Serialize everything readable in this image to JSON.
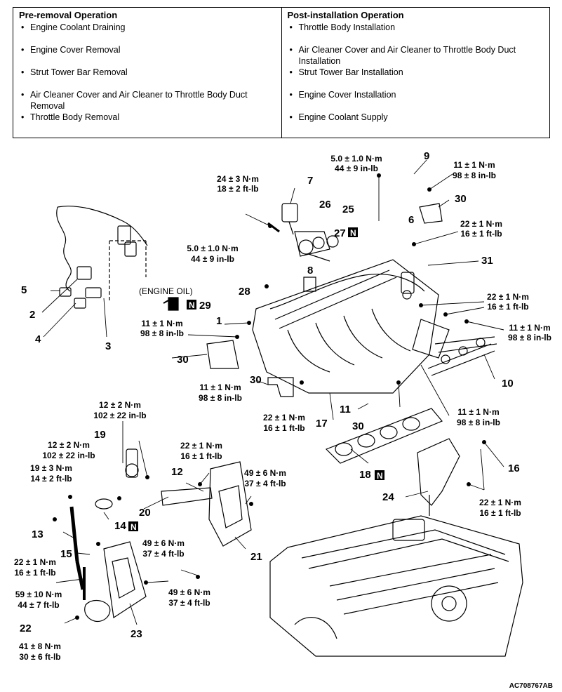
{
  "pre_removal": {
    "title": "Pre-removal Operation",
    "items": [
      "Engine Coolant Draining",
      "Engine Cover Removal",
      "Strut Tower Bar Removal",
      "Air Cleaner Cover and Air Cleaner to Throttle Body Duct Removal",
      "Throttle Body Removal"
    ]
  },
  "post_installation": {
    "title": "Post-installation Operation",
    "items": [
      "Throttle Body Installation",
      "Air Cleaner Cover and Air Cleaner to Throttle Body Duct Installation",
      "Strut Tower Bar Installation",
      "Engine Cover Installation",
      "Engine Coolant Supply"
    ]
  },
  "part_numbers": [
    "1",
    "2",
    "3",
    "4",
    "5",
    "6",
    "7",
    "8",
    "9",
    "10",
    "11",
    "12",
    "13",
    "14",
    "15",
    "16",
    "17",
    "18",
    "19",
    "20",
    "21",
    "22",
    "23",
    "24",
    "25",
    "26",
    "27",
    "28",
    "29",
    "30",
    "31"
  ],
  "new_marker": "N",
  "engine_oil_note": "(ENGINE OIL)",
  "torques": {
    "t24": [
      "24 ± 3 N·m",
      "18 ± 2 ft-lb"
    ],
    "t5a": [
      "5.0 ± 1.0 N·m",
      "44 ± 9 in-lb"
    ],
    "t5b": [
      "5.0 ± 1.0 N·m",
      "44 ± 9 in-lb"
    ],
    "t11a": [
      "11 ± 1 N·m",
      "98 ± 8 in-lb"
    ],
    "t11b": [
      "11 ± 1 N·m",
      "98 ± 8 in-lb"
    ],
    "t11c": [
      "11 ± 1 N·m",
      "98 ± 8 in-lb"
    ],
    "t11d": [
      "11 ± 1 N·m",
      "98 ± 8 in-lb"
    ],
    "t11e": [
      "11 ± 1 N·m",
      "98 ± 8 in-lb"
    ],
    "t22a": [
      "22 ± 1 N·m",
      "16 ± 1 ft-lb"
    ],
    "t22b": [
      "22 ± 1 N·m",
      "16 ± 1 ft-lb"
    ],
    "t22c": [
      "22 ± 1 N·m",
      "16 ± 1 ft-lb"
    ],
    "t22d": [
      "22 ± 1 N·m",
      "16 ± 1 ft-lb"
    ],
    "t22e": [
      "22 ± 1 N·m",
      "16 ± 1 ft-lb"
    ],
    "t22f": [
      "22 ± 1 N·m",
      "16 ± 1 ft-lb"
    ],
    "t12a": [
      "12 ± 2 N·m",
      "102 ± 22 in-lb"
    ],
    "t12b": [
      "12 ± 2 N·m",
      "102 ± 22 in-lb"
    ],
    "t19": [
      "19 ± 3 N·m",
      "14 ± 2 ft-lb"
    ],
    "t49a": [
      "49 ± 6 N·m",
      "37 ± 4 ft-lb"
    ],
    "t49b": [
      "49 ± 6 N·m",
      "37 ± 4 ft-lb"
    ],
    "t49c": [
      "49 ± 6 N·m",
      "37 ± 4 ft-lb"
    ],
    "t59": [
      "59 ± 10 N·m",
      "44 ± 7 ft-lb"
    ],
    "t41": [
      "41 ± 8 N·m",
      "30 ± 6 ft-lb"
    ]
  },
  "figure_id": "AC708767AB"
}
